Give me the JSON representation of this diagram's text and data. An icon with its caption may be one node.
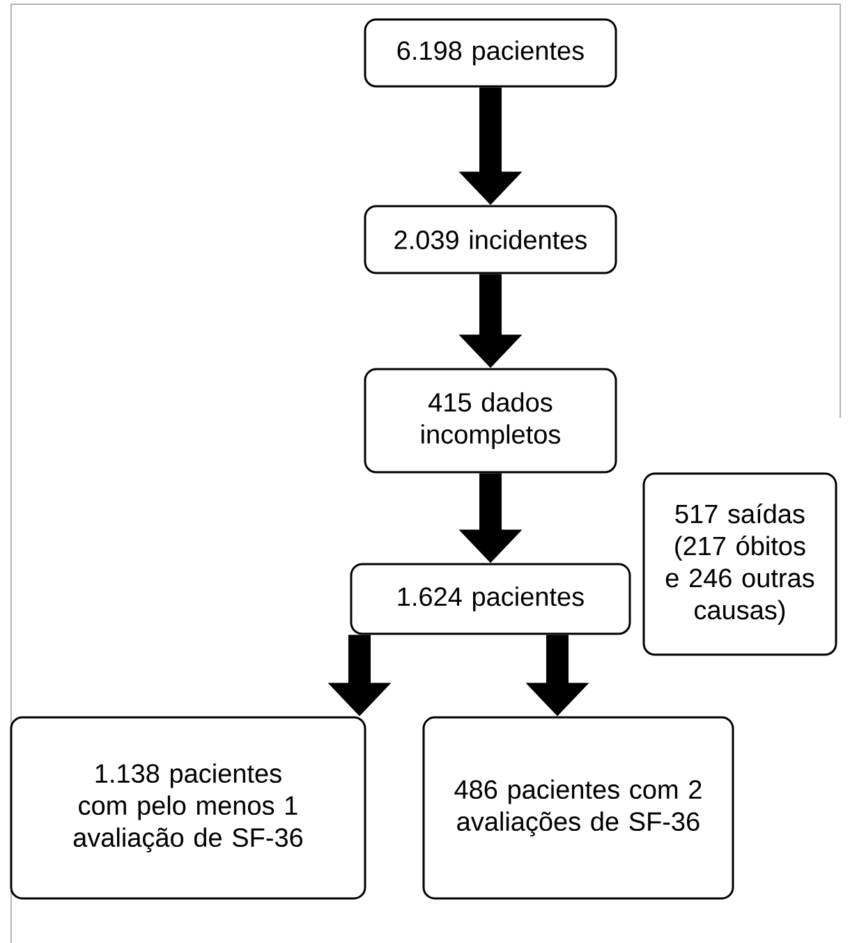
{
  "diagram": {
    "nodes": [
      {
        "text": [
          "6.198 pacientes"
        ]
      },
      {
        "text": [
          "2.039 incidentes"
        ]
      },
      {
        "text": [
          "415 dados incompletos"
        ]
      },
      {
        "text": [
          "1.624 pacientes"
        ]
      },
      {
        "text": [
          "517 saídas (217 óbitos e 246 outras causas)"
        ]
      },
      {
        "text": [
          "1.138 pacientes com pelo menos 1 avaliação de SF-36"
        ]
      },
      {
        "text": [
          "486 pacientes com 2 avaliações de SF-36"
        ]
      }
    ],
    "edges": [
      {
        "from": 0,
        "to": 1,
        "arrow": "to"
      },
      {
        "from": 1,
        "to": 2,
        "arrow": "to"
      },
      {
        "from": 2,
        "to": 3,
        "arrow": "to"
      },
      {
        "from": 3,
        "to": 5,
        "arrow": "to"
      },
      {
        "from": 3,
        "to": 6,
        "arrow": "to"
      }
    ]
  }
}
